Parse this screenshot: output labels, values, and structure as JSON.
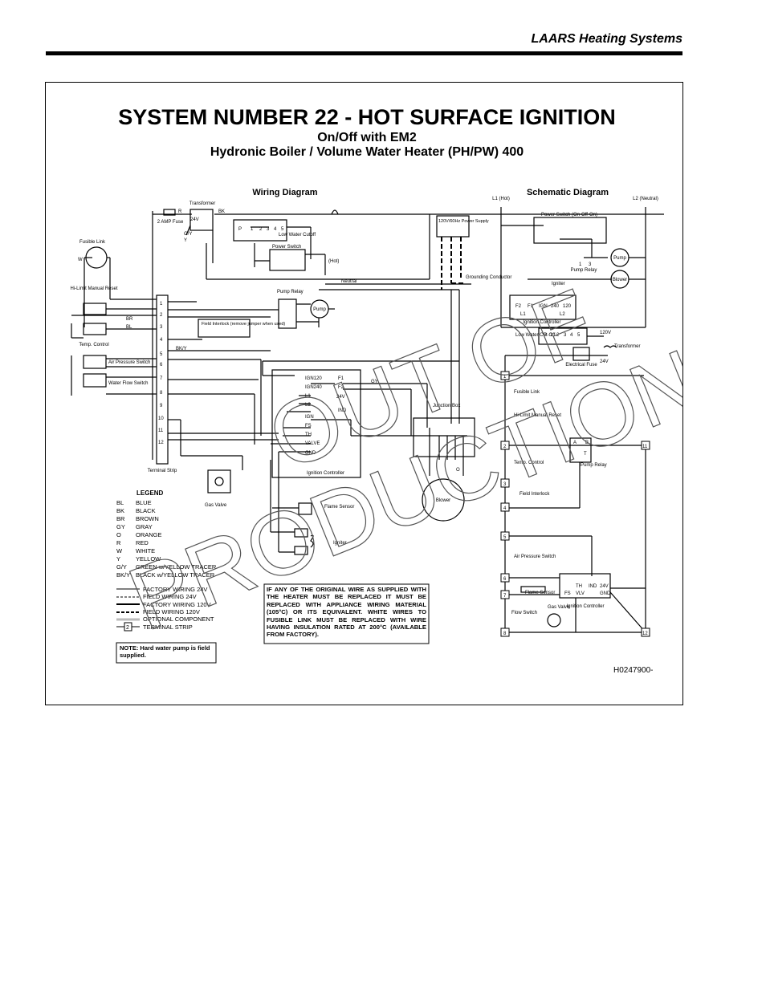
{
  "header": {
    "brand": "LAARS Heating Systems"
  },
  "diagram": {
    "title": "SYSTEM NUMBER 22 - HOT SURFACE IGNITION",
    "subtitle1": "On/Off with EM2",
    "subtitle2": "Hydronic Boiler / Volume Water Heater (PH/PW) 400",
    "watermark1": "OUT OF",
    "watermark2": "PRODUCTION",
    "drawing_number": "H0247900-"
  },
  "wiring": {
    "heading": "Wiring Diagram",
    "transformer": "Transformer",
    "fuse": "2 AMP Fuse",
    "fusible_link": "Fusible Link",
    "hi_limit": "Hi-Limit Manual Reset",
    "temp_control": "Temp. Control",
    "air_pressure_switch": "Air Pressure Switch",
    "water_flow_switch": "Water Flow Switch",
    "terminal_strip": "Terminal Strip",
    "low_water_cutoff": "Low Water Cutoff",
    "power_switch": "Power Switch",
    "pump_relay": "Pump Relay",
    "pump": "Pump",
    "field_interlock": "Field Interlock (remove jumper when used)",
    "power_supply": "120V/60Hz Power Supply",
    "grounding_conductor": "Grounding Conductor",
    "neutral": "Neutral",
    "hot": "(Hot)",
    "junction_box": "Junction Box",
    "blower": "Blower",
    "ignition_controller": "Ignition Controller",
    "flame_sensor": "Flame Sensor",
    "igniter": "Igniter",
    "gas_valve": "Gas Valve",
    "ic_terminals": [
      "IGN120",
      "IGN240",
      "L1",
      "L2",
      "IGN",
      "FS",
      "TH",
      "VALVE",
      "GND"
    ],
    "ic_right_terminals": [
      "F1",
      "F2",
      "24V",
      "IND"
    ],
    "strip_numbers": [
      "1",
      "2",
      "3",
      "4",
      "5",
      "6",
      "7",
      "8",
      "9",
      "10",
      "11",
      "12"
    ],
    "wire_tags": [
      "BK",
      "R",
      "W",
      "BR",
      "BL",
      "Y",
      "G/Y",
      "BK/Y",
      "GY",
      "O",
      "24V"
    ],
    "lwco_terminals": [
      "P",
      "1",
      "2",
      "3",
      "4",
      "5"
    ]
  },
  "legend": {
    "title": "LEGEND",
    "colors": [
      {
        "code": "BL",
        "name": "BLUE"
      },
      {
        "code": "BK",
        "name": "BLACK"
      },
      {
        "code": "BR",
        "name": "BROWN"
      },
      {
        "code": "GY",
        "name": "GRAY"
      },
      {
        "code": "O",
        "name": "ORANGE"
      },
      {
        "code": "R",
        "name": "RED"
      },
      {
        "code": "W",
        "name": "WHITE"
      },
      {
        "code": "Y",
        "name": "YELLOW"
      },
      {
        "code": "G/Y",
        "name": "GREEN w/YELLOW TRACER"
      },
      {
        "code": "BK/Y",
        "name": "BLACK w/YELLOW TRACER"
      }
    ],
    "line_types": [
      "FACTORY WIRING 24V",
      "FIELD WIRING 24V",
      "FACTORY WIRING 120V",
      "FIELD WIRING 120V",
      "OPTIONAL COMPONENT",
      "TERMINAL STRIP"
    ],
    "terminal_example": "2"
  },
  "warning": "IF ANY OF THE ORIGINAL WIRE AS SUPPLIED WITH THE HEATER MUST BE REPLACED IT MUST BE REPLACED WITH APPLIANCE WIRING MATERIAL (105°C) OR ITS EQUIVALENT. WHITE WIRES TO FUSIBLE LINK MUST BE REPLACED WITH WIRE HAVING INSULATION RATED AT 200°C (AVAILABLE FROM FACTORY).",
  "note": "NOTE: Hard water pump is field supplied.",
  "schematic": {
    "heading": "Schematic Diagram",
    "l1": "L1 (Hot)",
    "l2": "L2 (Neutral)",
    "power_switch": "Power Switch (On-Off-On)",
    "pump": "Pump",
    "pump_relay": "Pump Relay",
    "blower": "Blower",
    "igniter": "Igniter",
    "ignition_controller": "Ignition Controller",
    "ic_top_terminals": [
      "F2",
      "F1",
      "IGN",
      "240",
      "120"
    ],
    "ic_l1": "L1",
    "ic_l2": "L2",
    "low_water_cutoff": "Low Water Cut-Off",
    "lwco_terminals": [
      "P",
      "1",
      "2",
      "3",
      "4",
      "5"
    ],
    "v120": "120V",
    "transformer": "Transformer",
    "v24": "24V",
    "electrical_fuse": "Electrical Fuse",
    "fusible_link": "Fusible Link",
    "hi_limit": "Hi-Limit Manual Reset",
    "temp_control": "Temp. Control",
    "field_interlock": "Field Interlock",
    "air_pressure_switch": "Air Pressure Switch",
    "flame_sensor": "Flame Sensor",
    "flow_switch": "Flow Switch",
    "gas_valve": "Gas Valve",
    "ic_bottom_terminals": [
      "TH",
      "IND",
      "24V",
      "FS",
      "VLV",
      "GND"
    ],
    "pump_relay_terminals": [
      "A",
      "B",
      "T"
    ],
    "relay_contacts": [
      "1",
      "3"
    ],
    "ladder_numbers": [
      "1",
      "2",
      "3",
      "4",
      "5",
      "6",
      "7",
      "8"
    ],
    "right_numbers": [
      "11",
      "12"
    ]
  }
}
